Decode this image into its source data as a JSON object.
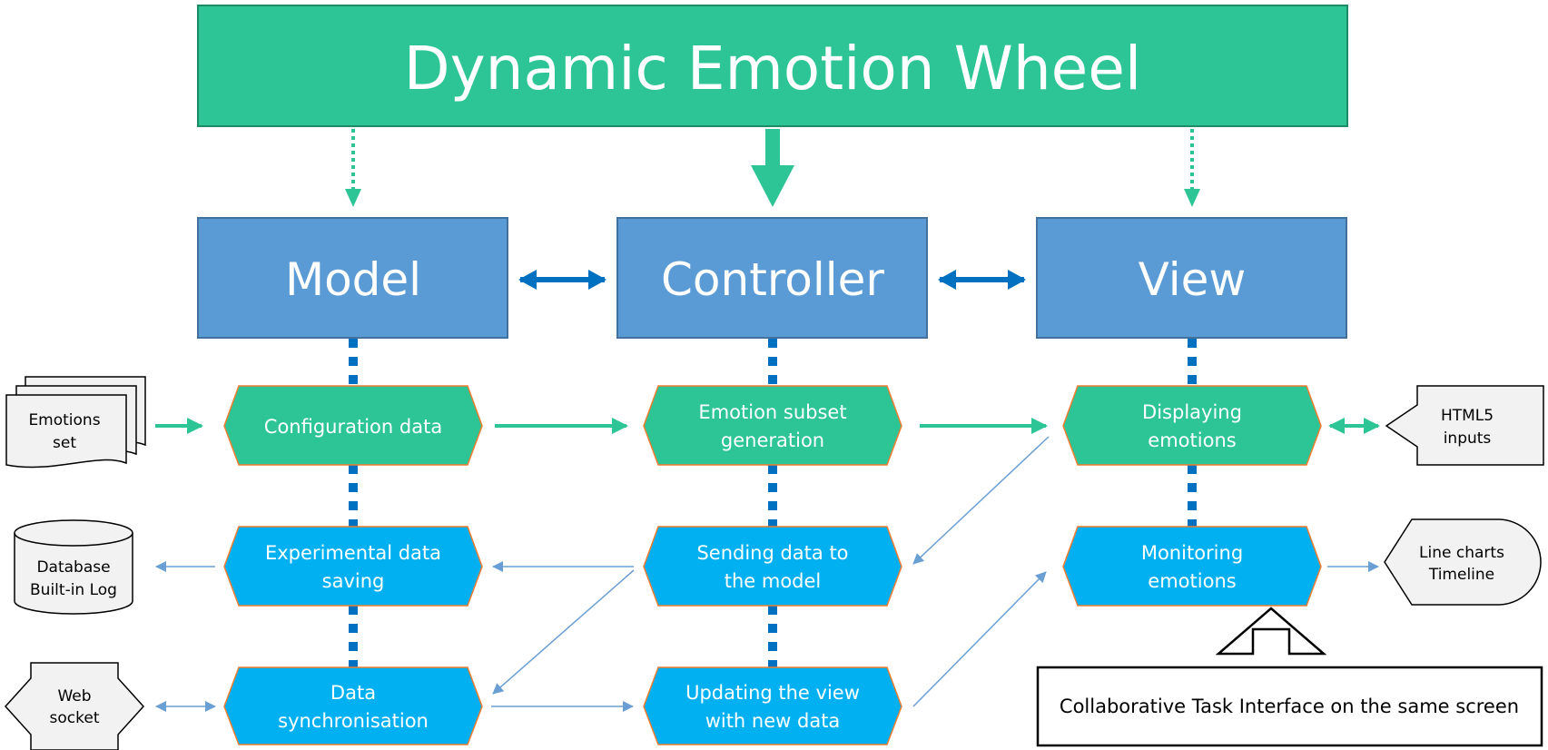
{
  "title": "Dynamic Emotion Wheel",
  "mvc": {
    "model": "Model",
    "controller": "Controller",
    "view": "View"
  },
  "steps": {
    "config": [
      "Configuration data"
    ],
    "subset": [
      "Emotion subset",
      "generation"
    ],
    "display": [
      "Displaying",
      "emotions"
    ],
    "experimental": [
      "Experimental data",
      "saving"
    ],
    "sending": [
      "Sending data to",
      "the model"
    ],
    "monitoring": [
      "Monitoring",
      "emotions"
    ],
    "sync": [
      "Data",
      "synchronisation"
    ],
    "updating": [
      "Updating the view",
      "with new data"
    ]
  },
  "side": {
    "emotions_set": [
      "Emotions",
      "set"
    ],
    "database": [
      "Database",
      "Built-in Log"
    ],
    "websocket": [
      "Web",
      "socket"
    ],
    "html5": [
      "HTML5",
      "inputs"
    ],
    "linecharts": [
      "Line charts",
      "Timeline"
    ]
  },
  "collab": "Collaborative Task Interface on the same screen",
  "colors": {
    "title_green": "#2DC595",
    "mvc_blue": "#5B9BD5",
    "step_blue": "#00B0F0",
    "connector_blue": "#0070C0",
    "thin_blue": "#6A9FD4",
    "hex_border": "#ED7D31",
    "side_fill": "#F2F2F2"
  }
}
